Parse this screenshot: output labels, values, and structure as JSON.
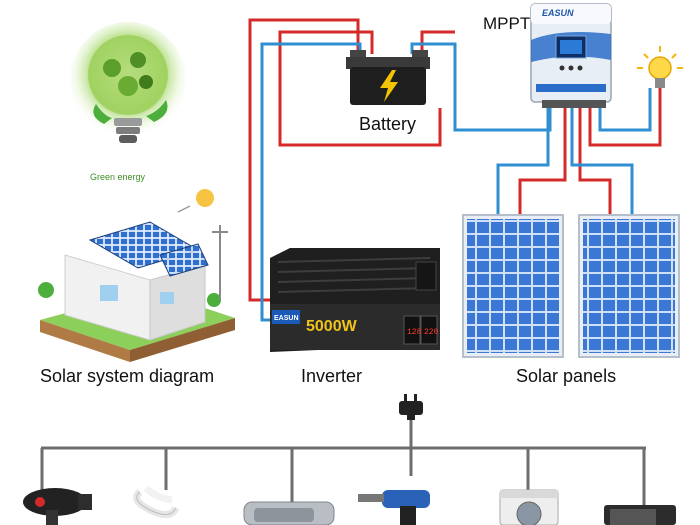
{
  "labels": {
    "mppt": "MPPT",
    "battery": "Battery",
    "solar_system": "Solar system diagram",
    "inverter": "Inverter",
    "solar_panels": "Solar panels",
    "green_energy": "Green energy"
  },
  "mppt_device": {
    "brand": "EASUN"
  },
  "inverter_device": {
    "brand": "EASUN",
    "power": "5000W",
    "display_left": "128",
    "display_right": "220"
  },
  "colors": {
    "positive_wire": "#d42a2a",
    "negative_wire": "#2f8fd0",
    "wire_gray": "#6d6d6d",
    "panel_blue": "#3b78d6",
    "inverter_body": "#2b2b2b",
    "mppt_body": "#e8eef5"
  },
  "icons": [
    "lightbulb-icon",
    "plug-icon",
    "hair-dryer-icon",
    "cfl-bulb-icon",
    "heater-icon",
    "drill-icon",
    "washing-machine-icon",
    "microwave-icon"
  ]
}
